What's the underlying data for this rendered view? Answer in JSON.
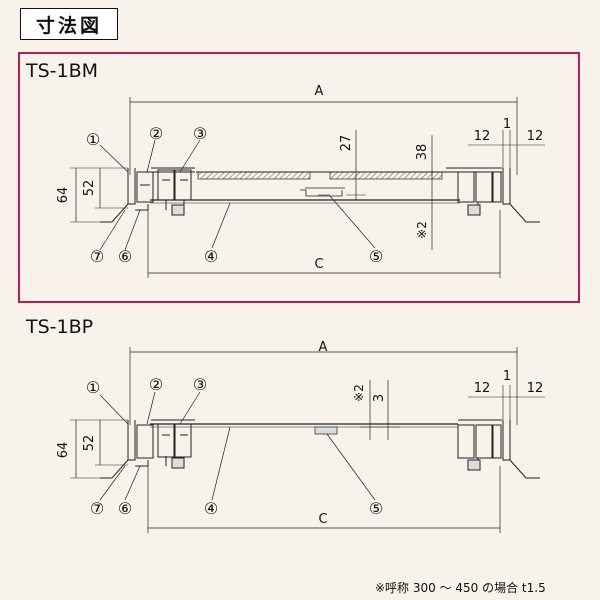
{
  "header": {
    "title": "寸法図"
  },
  "sections": [
    {
      "model": "TS-1BM",
      "dims": {
        "A": "A",
        "C": "C",
        "h64": "64",
        "h52": "52",
        "d27": "27",
        "d38": "38",
        "w12a": "12",
        "w1": "1",
        "w12b": "12",
        "note": "※2"
      },
      "callouts": [
        "①",
        "②",
        "③",
        "④",
        "⑤",
        "⑥",
        "⑦"
      ]
    },
    {
      "model": "TS-1BP",
      "dims": {
        "A": "A",
        "C": "C",
        "h64": "64",
        "h52": "52",
        "note": "※2",
        "d3": "3",
        "w12a": "12",
        "w1": "1",
        "w12b": "12"
      },
      "callouts": [
        "①",
        "②",
        "③",
        "④",
        "⑤",
        "⑥",
        "⑦"
      ]
    }
  ],
  "footnote": "※呼称 300 ～ 450 の場合 t1.5"
}
